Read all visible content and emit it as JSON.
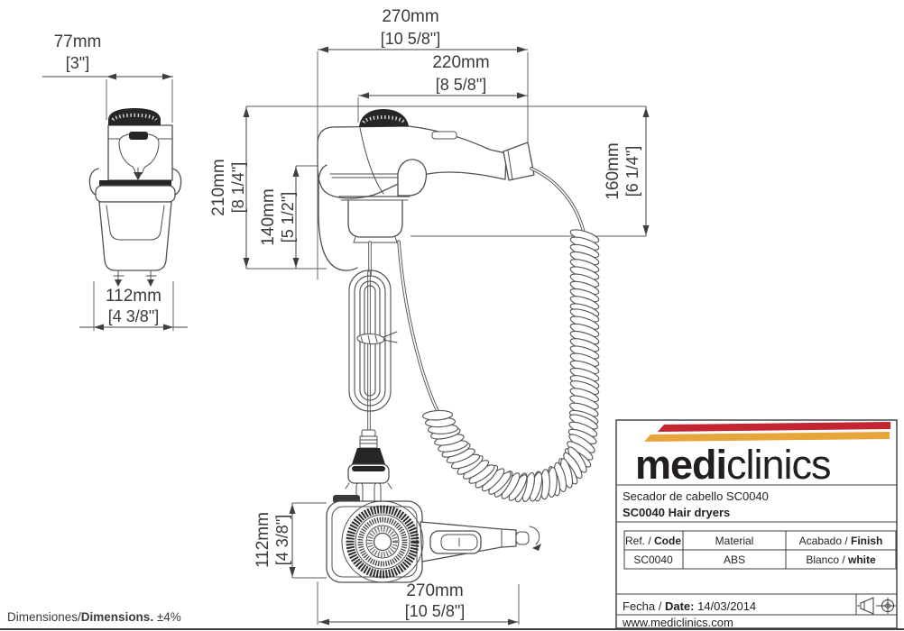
{
  "drawing": {
    "dims": {
      "front_width": {
        "mm": "77mm",
        "in": "[3\"]"
      },
      "overall_length_top": {
        "mm": "270mm",
        "in": "[10 5/8\"]"
      },
      "dryer_length": {
        "mm": "220mm",
        "in": "[8 5/8\"]"
      },
      "overall_height": {
        "mm": "210mm",
        "in": "[8 1/4\"]"
      },
      "holder_height": {
        "mm": "140mm",
        "in": "[5 1/2\"]"
      },
      "cord_drop": {
        "mm": "160mm",
        "in": "[6 1/4\"]"
      },
      "front_depth": {
        "mm": "112mm",
        "in": "[4 3/8\"]"
      },
      "bottom_depth": {
        "mm": "112mm",
        "in": "[4 3/8\"]"
      },
      "overall_length_bottom": {
        "mm": "270mm",
        "in": "[10 5/8\"]"
      }
    },
    "footnote": {
      "part1": "Dimensiones/",
      "part2": "Dimensions.",
      "part3": " ±4%"
    }
  },
  "title_block": {
    "brand": {
      "bold": "medi",
      "light": "clinics"
    },
    "product_es": "Secador de cabello SC0040",
    "product_en": "SC0040 Hair dryers",
    "table": {
      "h_ref_pre": "Ref. / ",
      "h_ref_bold": "Code",
      "h_material": "Material",
      "h_finish_pre": "Acabado / ",
      "h_finish_bold": "Finish",
      "code": "SC0040",
      "material": "ABS",
      "finish_pre": "Blanco / ",
      "finish_bold": "white"
    },
    "date_pre": "Fecha / ",
    "date_bold": "Date:",
    "date_value": " 14/03/2014",
    "website": "www.mediclinics.com"
  },
  "colors": {
    "stripe_red": "#c32531",
    "stripe_yellow": "#e7a63b",
    "ink": "#231f20"
  }
}
